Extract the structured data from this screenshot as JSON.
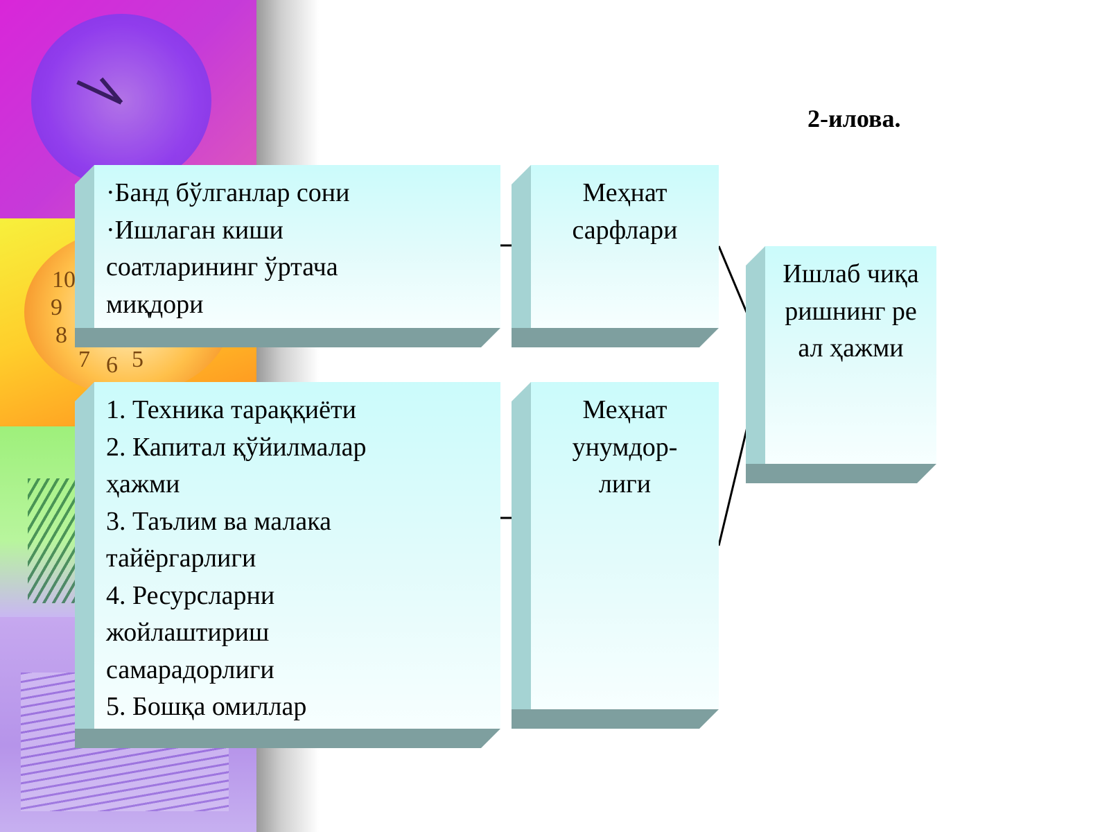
{
  "title": "2-илова.",
  "diagram": {
    "labour_factors": [
      "·Банд бўлганлар сони",
      "·Ишлаган киши соатларининг ўртача миқдори"
    ],
    "labour_costs": "Меҳнат сарфлари",
    "productivity_factors": [
      "1. Техника тараққиёти",
      "2. Капитал қўйилмалар ҳажми",
      "3. Таълим ва малака тайёргарлиги",
      "4. Ресурсларни жойлаштириш самарадорлиги",
      "5. Бошқа омиллар"
    ],
    "labour_productivity": "Меҳнат унумдор-лиги",
    "real_output": "Ишлаб чиқаришнинг реал ҳажми"
  }
}
